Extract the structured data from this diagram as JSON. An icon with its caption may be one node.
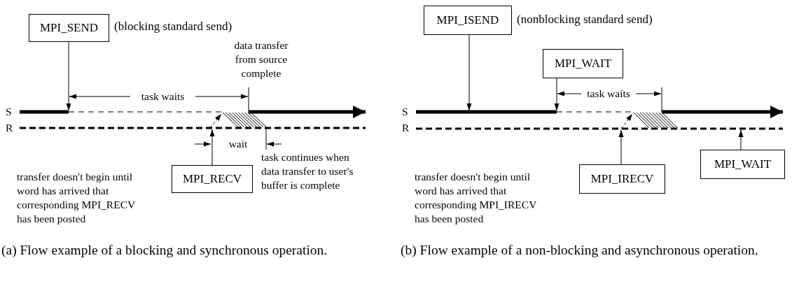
{
  "diagram": {
    "nodes": [
      {
        "text": [
          "MPI_SEND"
        ],
        "beside": [
          "(blocking standard send)"
        ]
      },
      {
        "text": [
          "MPI_RECV"
        ]
      },
      {
        "text": [
          "MPI_ISEND"
        ],
        "beside": [
          "(nonblocking standard send)"
        ]
      },
      {
        "text": [
          "MPI_WAIT"
        ]
      },
      {
        "text": [
          "MPI_IRECV"
        ]
      },
      {
        "text": [
          "MPI_WAIT"
        ]
      }
    ],
    "edges": [
      {
        "from": 0,
        "to": null,
        "arrow": "to"
      },
      {
        "from": 1,
        "to": null,
        "arrow": "to"
      },
      {
        "from": 2,
        "to": null,
        "arrow": "to"
      },
      {
        "from": 3,
        "to": null,
        "arrow": "to"
      },
      {
        "from": 4,
        "to": null,
        "arrow": "to"
      },
      {
        "from": 5,
        "to": null,
        "arrow": "to"
      }
    ],
    "labels": [
      "data transfer from source complete",
      "task waits",
      "S",
      "R",
      "wait",
      "task continues when data transfer to user's buffer is complete",
      "transfer doesn't begin until word has arrived that corresponding MPI_RECV has been posted",
      "task waits",
      "S",
      "R",
      "transfer doesn't begin until word has arrived that corresponding MPI_IRECV has been posted",
      "(a) Flow example of a blocking and synchronous operation.",
      "(b) Flow example of a non-blocking and asynchronous operation."
    ]
  }
}
